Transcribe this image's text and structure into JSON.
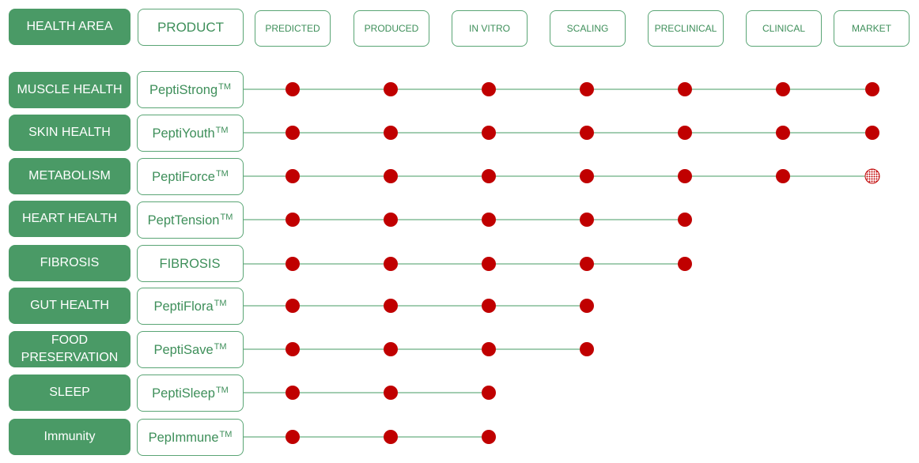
{
  "headers": {
    "health_area": "HEALTH AREA",
    "product": "PRODUCT",
    "stages": [
      "PREDICTED",
      "PRODUCED",
      "IN VITRO",
      "SCALING",
      "PRECLINICAL",
      "CLINICAL",
      "MARKET"
    ]
  },
  "rows": [
    {
      "area": "MUSCLE HEALTH",
      "product": "PeptiStrong",
      "tm": "TM",
      "stages_completed": 7,
      "partial_stage": false
    },
    {
      "area": "SKIN HEALTH",
      "product": "PeptiYouth",
      "tm": "TM",
      "stages_completed": 7,
      "partial_stage": false
    },
    {
      "area": "METABOLISM",
      "product": "PeptiForce",
      "tm": "TM",
      "stages_completed": 6,
      "partial_stage": true
    },
    {
      "area": "HEART HEALTH",
      "product": "PeptTension",
      "tm": "TM",
      "stages_completed": 5,
      "partial_stage": false
    },
    {
      "area": "FIBROSIS",
      "product": "FIBROSIS",
      "tm": "",
      "stages_completed": 5,
      "partial_stage": false
    },
    {
      "area": "GUT HEALTH",
      "product": "PeptiFlora",
      "tm": "TM",
      "stages_completed": 4,
      "partial_stage": false
    },
    {
      "area": "FOOD PRESERVATION",
      "product": "PeptiSave",
      "tm": "TM",
      "stages_completed": 4,
      "partial_stage": false
    },
    {
      "area": "SLEEP",
      "product": "PeptiSleep",
      "tm": "TM",
      "stages_completed": 3,
      "partial_stage": false
    },
    {
      "area": "Immunity",
      "product": "PepImmune",
      "tm": "TM",
      "stages_completed": 3,
      "partial_stage": false
    }
  ],
  "colors": {
    "green": "#4a9a66",
    "border_green": "#5aa575",
    "text_green": "#3e8f5a",
    "line_green": "#6aaf82",
    "dot_red": "#c00000"
  }
}
